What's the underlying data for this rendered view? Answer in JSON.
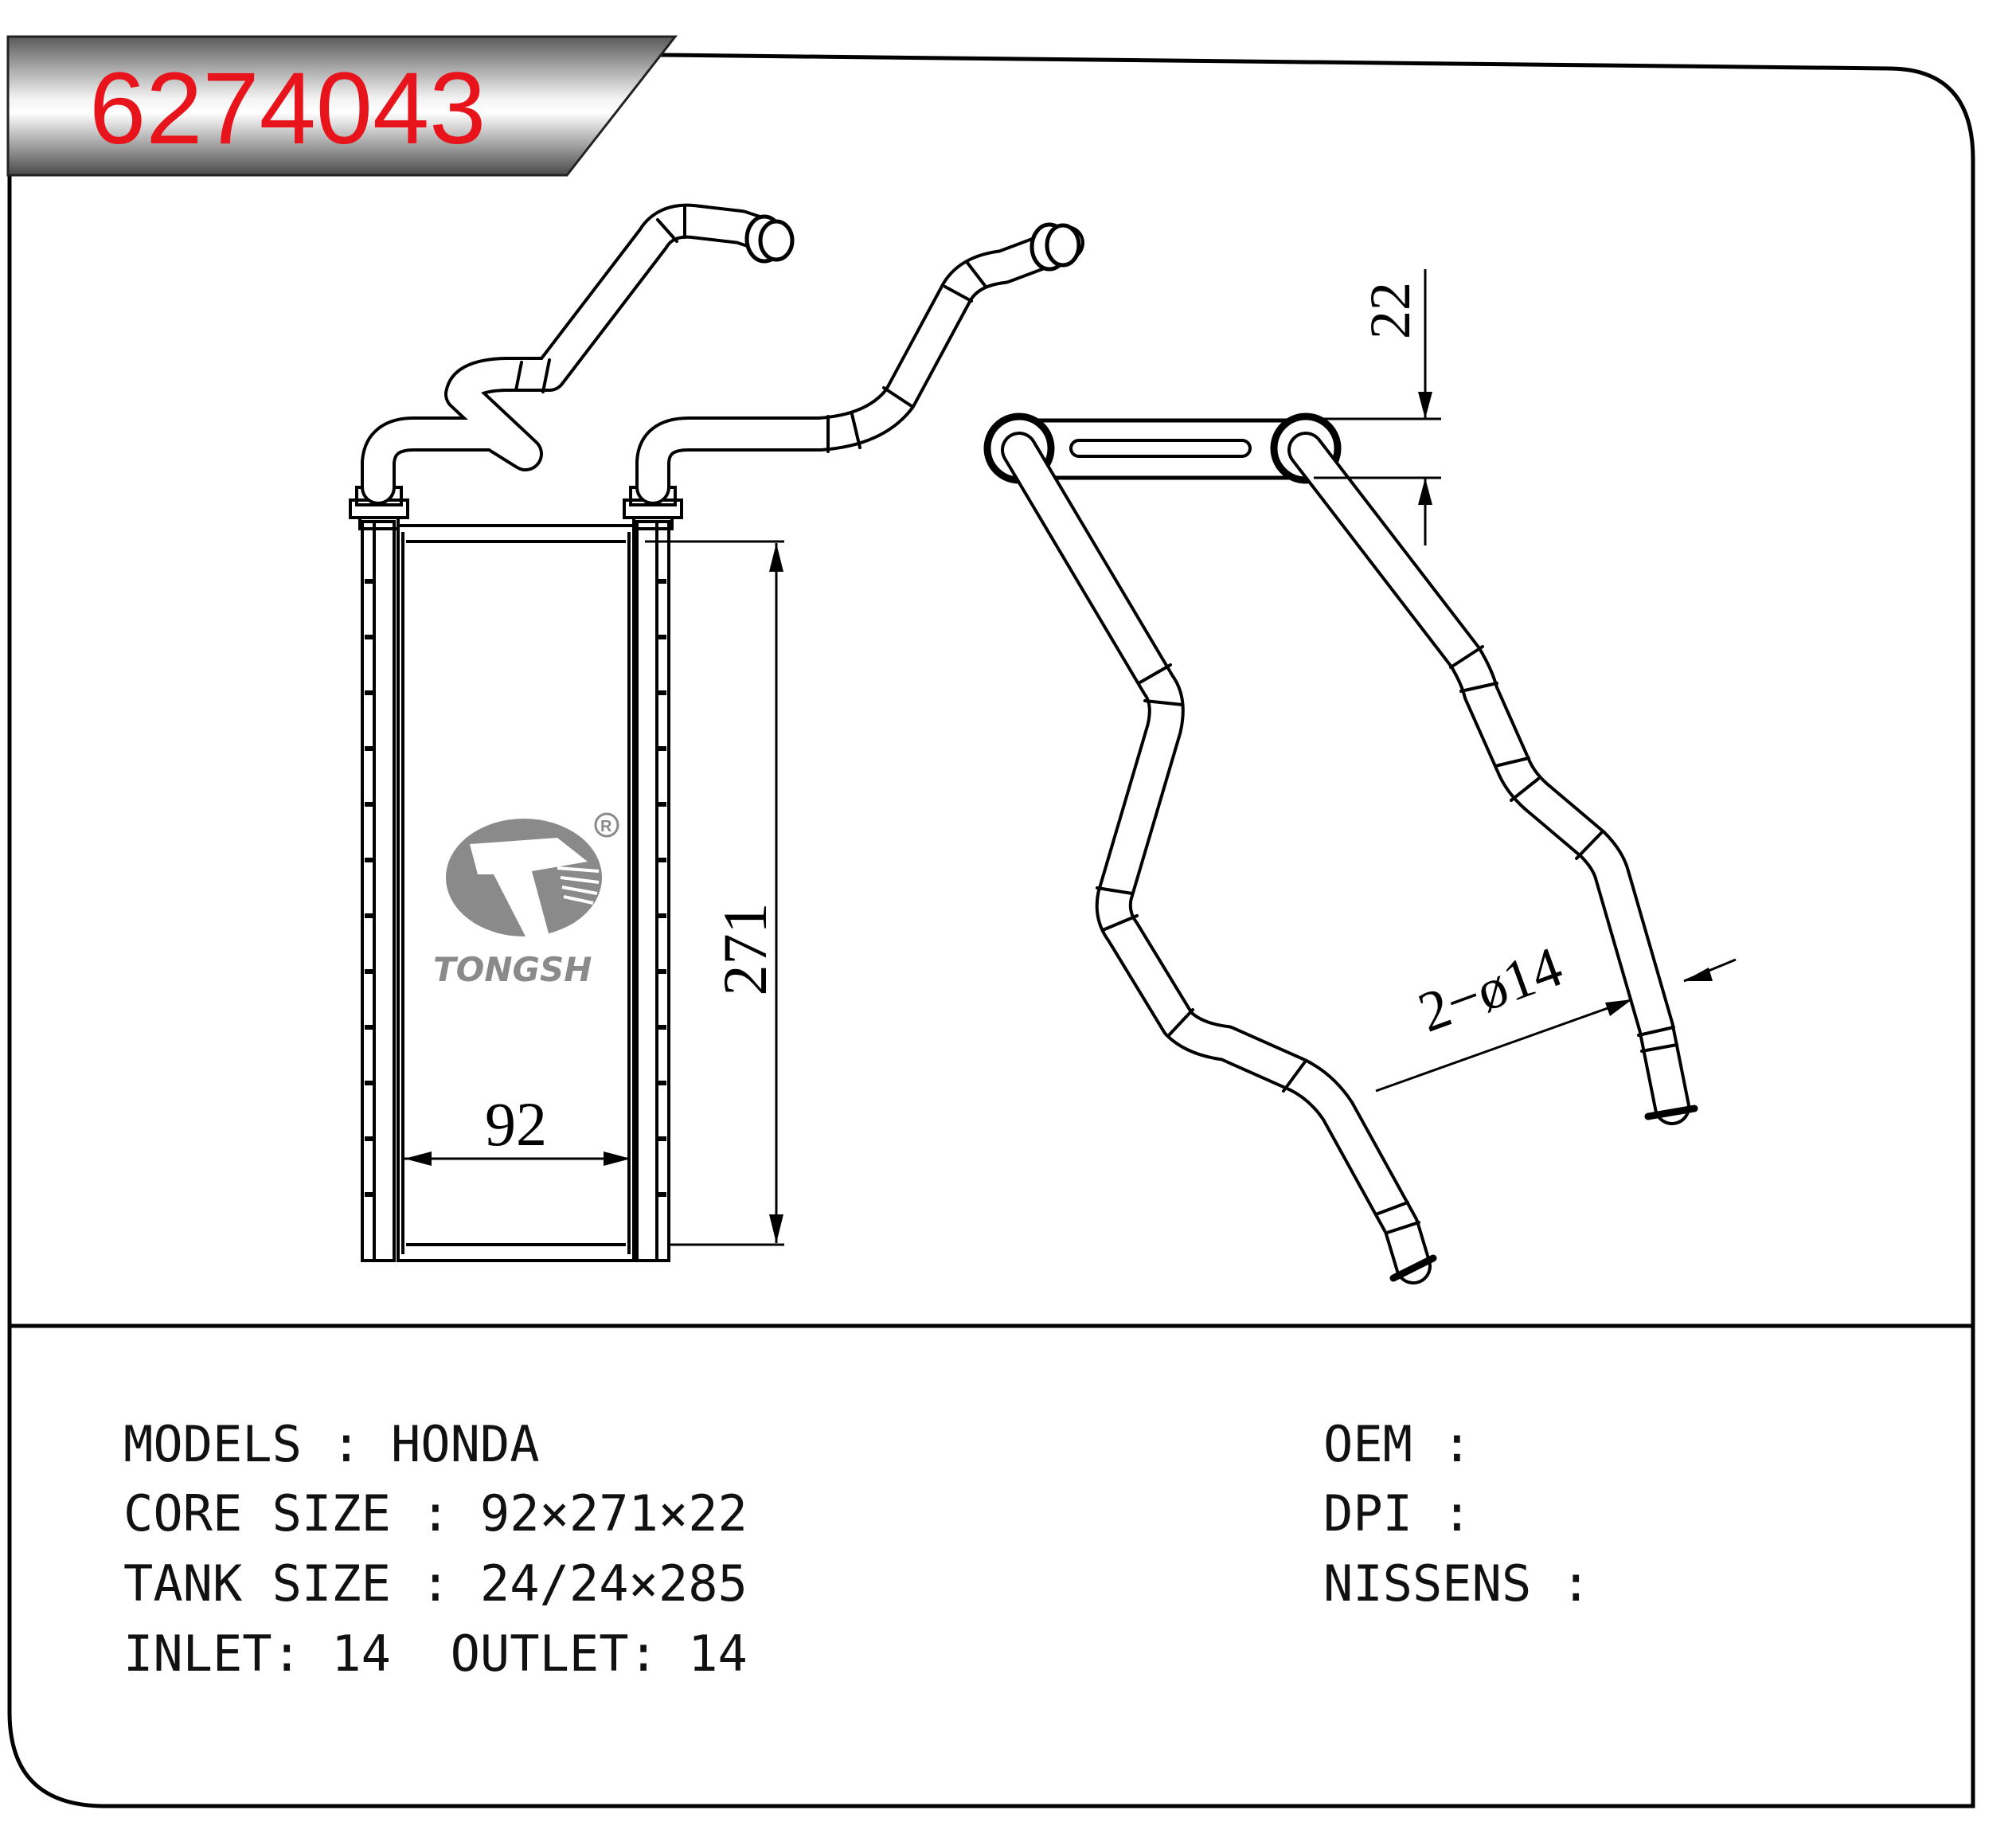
{
  "header": {
    "part_number": "6274043"
  },
  "drawing": {
    "core_height": "271",
    "core_width": "92",
    "core_depth": "22",
    "pipe_spec": "2−ø14",
    "brand": "TONGSH",
    "registered_mark": "®"
  },
  "specs": {
    "models": "MODELS : HONDA",
    "core_size": "CORE SIZE : 92×271×22",
    "tank_size": "TANK SIZE : 24/24×285",
    "inlet_outlet": "INLET: 14  OUTLET: 14",
    "oem": "OEM :",
    "dpi": "DPI :",
    "nissens": "NISSENS :"
  },
  "colors": {
    "part_number": "#e8141b",
    "logo": "#8a8a8a",
    "line": "#000000"
  }
}
